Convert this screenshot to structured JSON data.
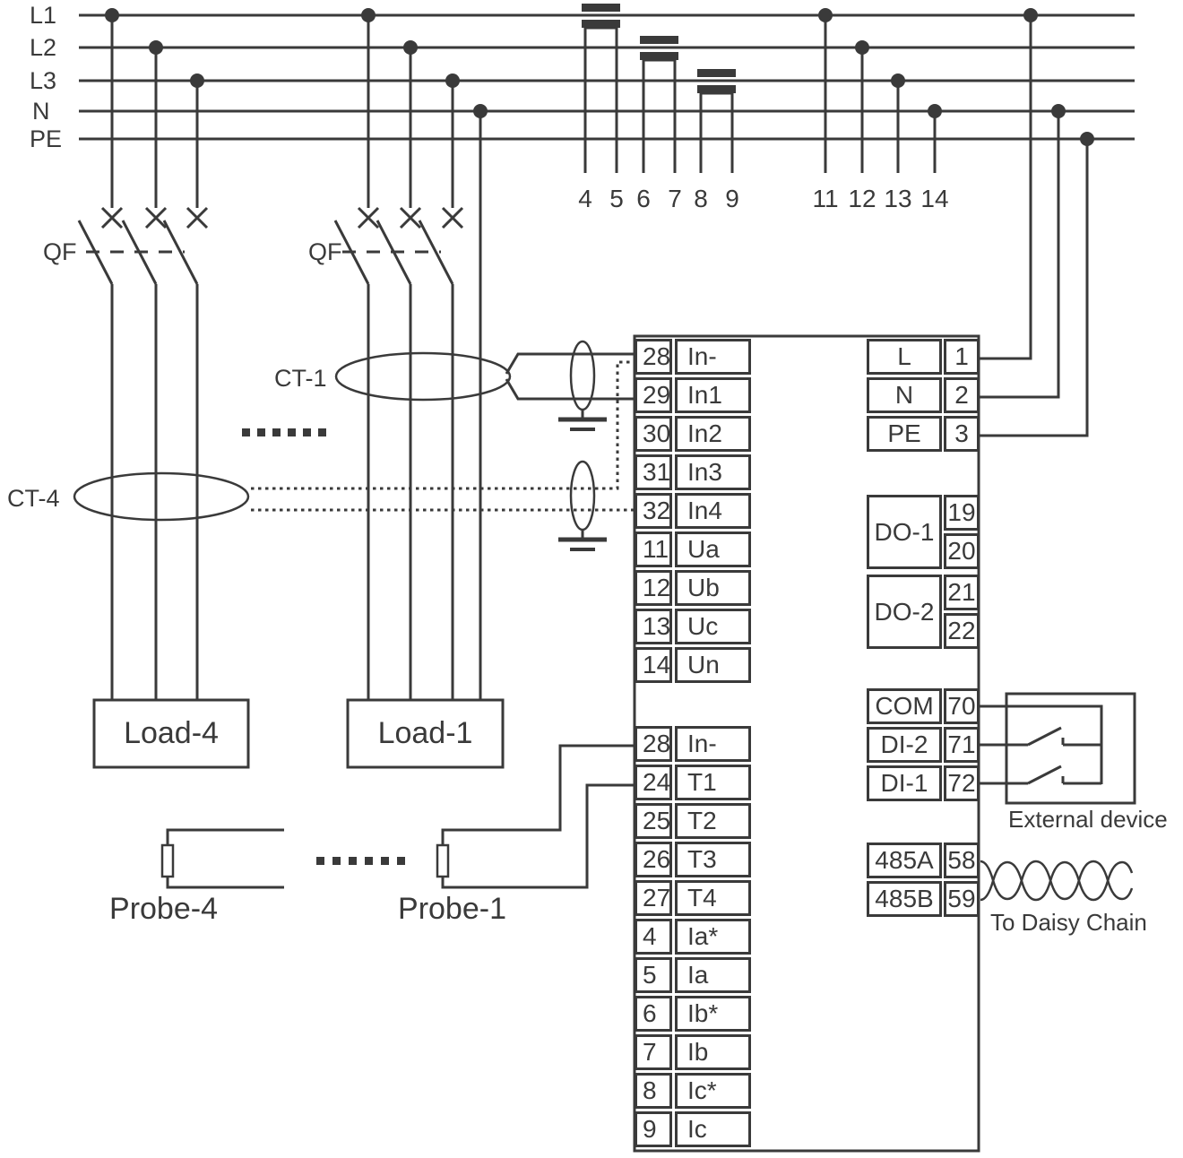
{
  "colors": {
    "line": "#3a3a3a",
    "background": "#ffffff"
  },
  "bus_labels": [
    "L1",
    "L2",
    "L3",
    "N",
    "PE"
  ],
  "top_terminals": [
    {
      "label": "4"
    },
    {
      "label": "5"
    },
    {
      "label": "6"
    },
    {
      "label": "7"
    },
    {
      "label": "8"
    },
    {
      "label": "9"
    },
    {
      "label": "11"
    },
    {
      "label": "12"
    },
    {
      "label": "13"
    },
    {
      "label": "14"
    }
  ],
  "breaker_left_label": "QF",
  "breaker_right_label": "QF",
  "ct1_label": "CT-1",
  "ct4_label": "CT-4",
  "load4_label": "Load-4",
  "load1_label": "Load-1",
  "probe4_label": "Probe-4",
  "probe1_label": "Probe-1",
  "meter": {
    "voltage_group": [
      {
        "num": "28",
        "label": "In-"
      },
      {
        "num": "29",
        "label": "In1"
      },
      {
        "num": "30",
        "label": "In2"
      },
      {
        "num": "31",
        "label": "In3"
      },
      {
        "num": "32",
        "label": "In4"
      },
      {
        "num": "11",
        "label": "Ua"
      },
      {
        "num": "12",
        "label": "Ub"
      },
      {
        "num": "13",
        "label": "Uc"
      },
      {
        "num": "14",
        "label": "Un"
      }
    ],
    "current_group": [
      {
        "num": "28",
        "label": "In-"
      },
      {
        "num": "24",
        "label": "T1"
      },
      {
        "num": "25",
        "label": "T2"
      },
      {
        "num": "26",
        "label": "T3"
      },
      {
        "num": "27",
        "label": "T4"
      },
      {
        "num": "4",
        "label": "Ia*"
      },
      {
        "num": "5",
        "label": "Ia"
      },
      {
        "num": "6",
        "label": "Ib*"
      },
      {
        "num": "7",
        "label": "Ib"
      },
      {
        "num": "8",
        "label": "Ic*"
      },
      {
        "num": "9",
        "label": "Ic"
      }
    ],
    "power_group": [
      {
        "label": "L",
        "num": "1"
      },
      {
        "label": "N",
        "num": "2"
      },
      {
        "label": "PE",
        "num": "3"
      }
    ],
    "do_groups": [
      {
        "label": "DO-1",
        "nums": [
          "19",
          "20"
        ]
      },
      {
        "label": "DO-2",
        "nums": [
          "21",
          "22"
        ]
      }
    ],
    "di_group": [
      {
        "label": "COM",
        "num": "70"
      },
      {
        "label": "DI-2",
        "num": "71"
      },
      {
        "label": "DI-1",
        "num": "72"
      }
    ],
    "rs485_group": [
      {
        "label": "485A",
        "num": "58"
      },
      {
        "label": "485B",
        "num": "59"
      }
    ]
  },
  "annotations": {
    "external_device": "External device",
    "daisy_chain": "To Daisy Chain"
  }
}
